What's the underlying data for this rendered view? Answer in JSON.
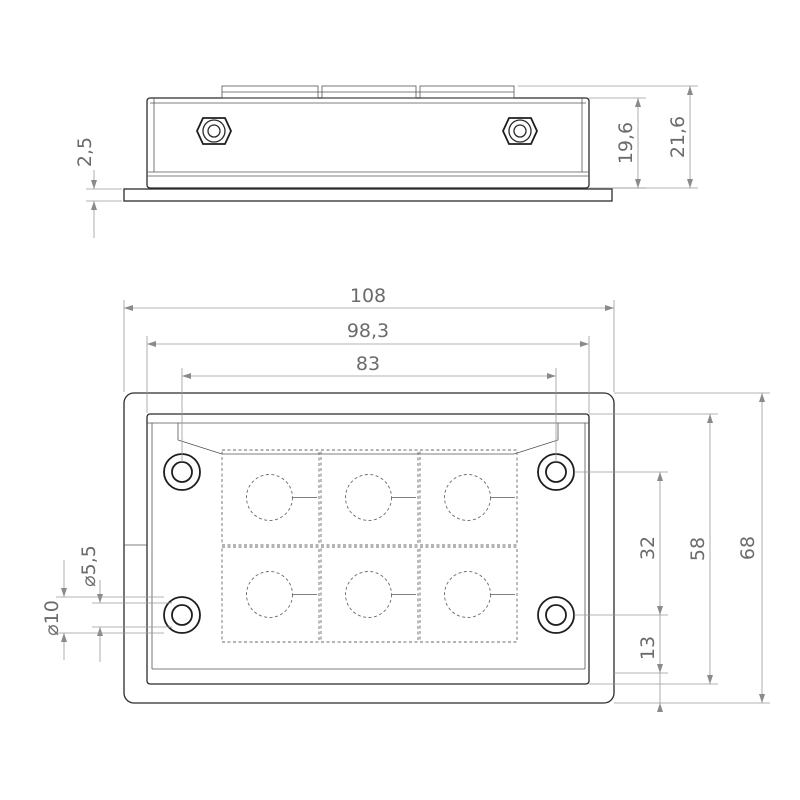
{
  "dimensions": {
    "plate_thickness": "2,5",
    "housing_height": "19,6",
    "total_height": "21,6",
    "overall_width": "108",
    "frame_width": "98,3",
    "hole_spacing_x": "83",
    "overall_height": "68",
    "frame_height": "58",
    "hole_spacing_y": "32",
    "hole_offset_y": "13",
    "hole_diameter_inner": "5,5",
    "hole_diameter_outer": "10",
    "diameter_symbol": "⌀"
  },
  "grommet_grid": {
    "rows": 2,
    "columns": 3
  },
  "colors": {
    "line": "#2b2b2b",
    "dimension": "#9a9a9a",
    "text": "#6b6b6b"
  }
}
